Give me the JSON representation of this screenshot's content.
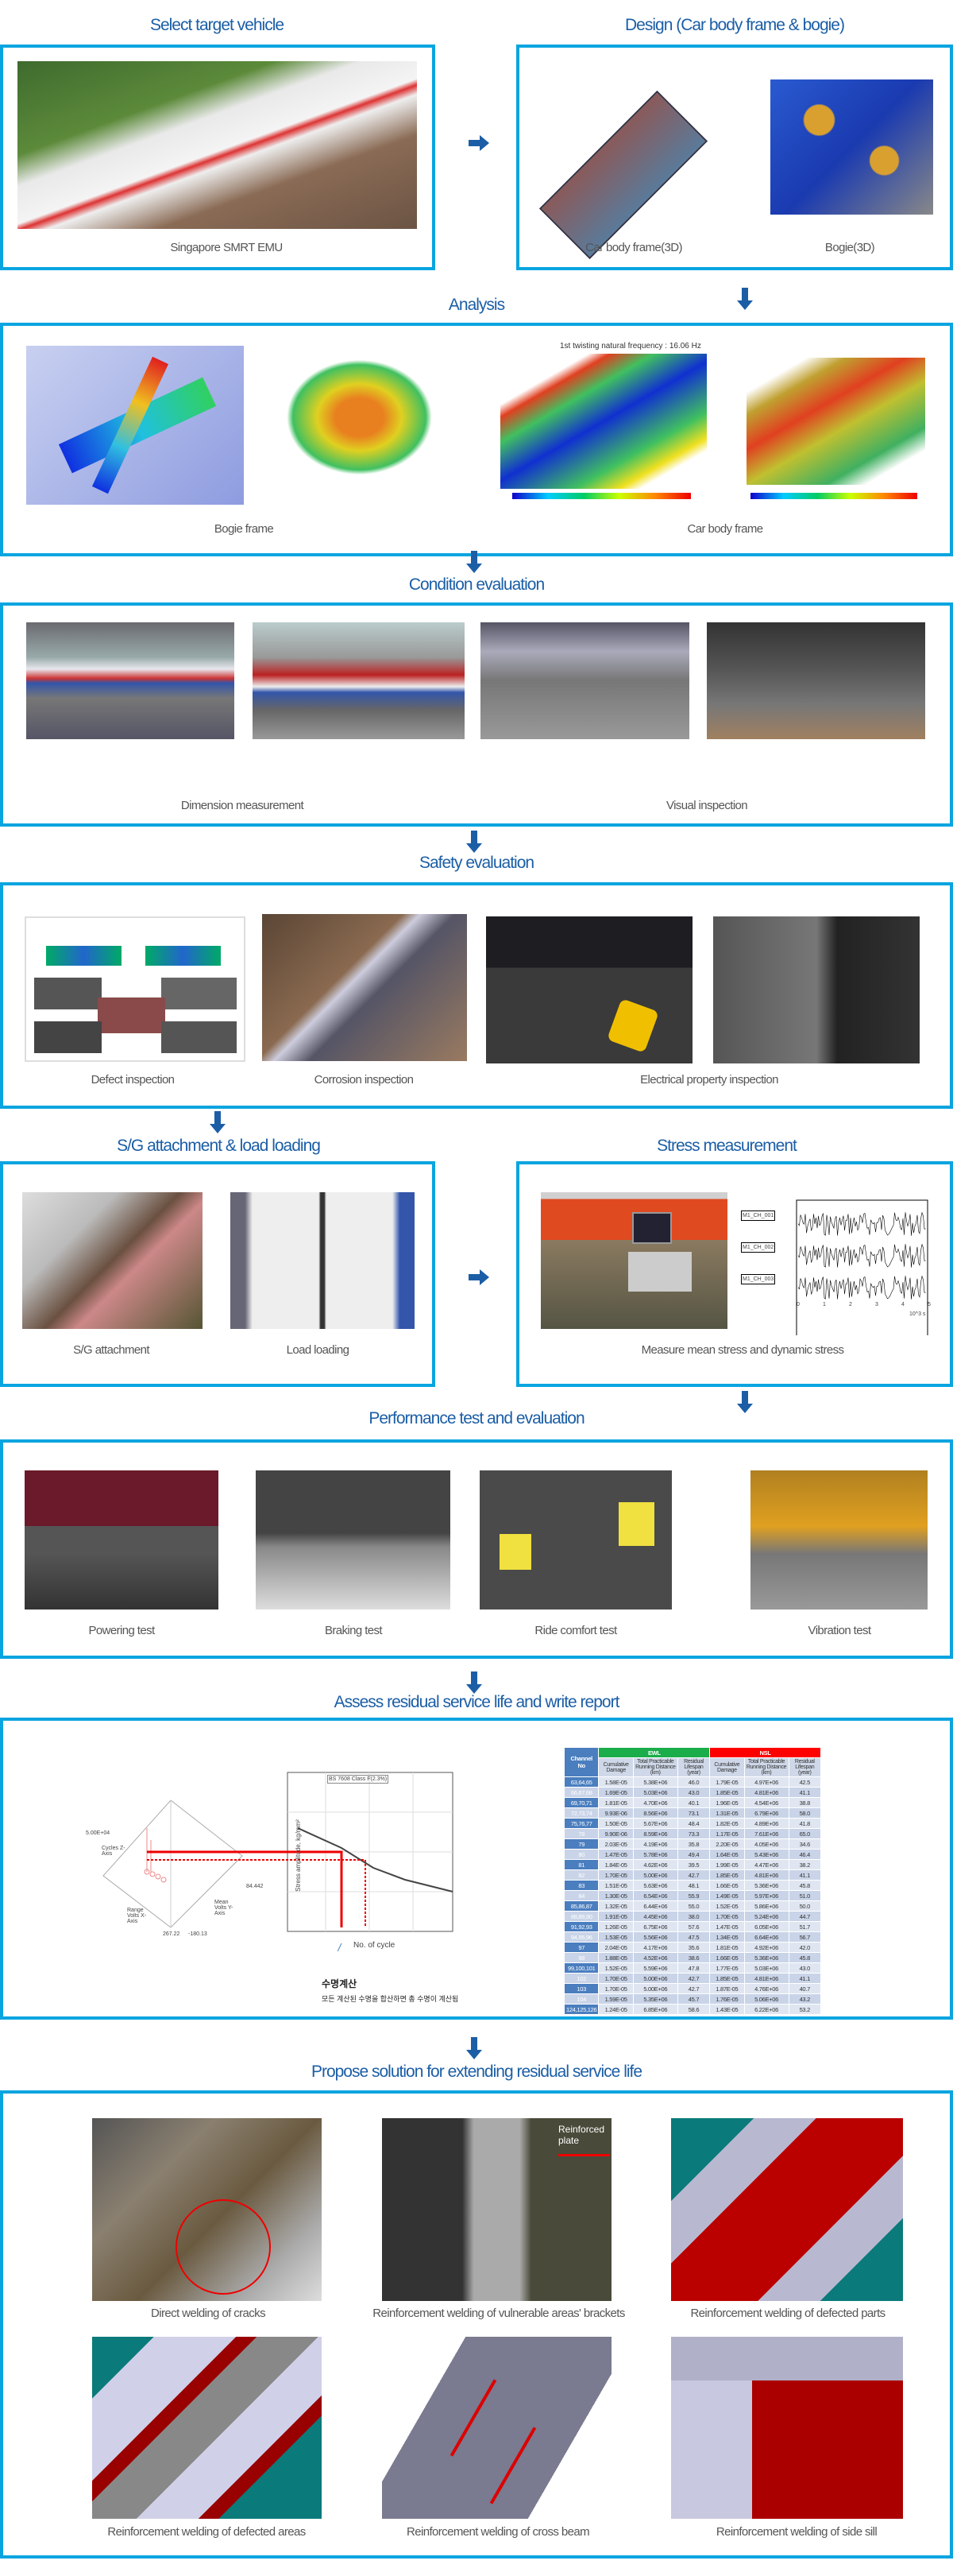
{
  "colors": {
    "border": "#0aa5e0",
    "title": "#1b5ea6",
    "arrow": "#1b5ea6"
  },
  "sections": {
    "select": {
      "title": "Select target vehicle",
      "captions": [
        "Singapore SMRT EMU"
      ]
    },
    "design": {
      "title": "Design (Car body frame & bogie)",
      "captions": [
        "Car body frame(3D)",
        "Bogie(3D)"
      ]
    },
    "analysis": {
      "title": "Analysis",
      "captions": [
        "Bogie frame",
        "Car body frame"
      ],
      "freq_label": "1st twisting natural frequency : 16.06 Hz"
    },
    "condition": {
      "title": "Condition evaluation",
      "captions": [
        "Dimension measurement",
        "Visual inspection"
      ]
    },
    "safety": {
      "title": "Safety evaluation",
      "captions": [
        "Defect inspection",
        "Corrosion inspection",
        "Electrical property inspection"
      ]
    },
    "sg": {
      "title": "S/G attachment & load loading",
      "captions": [
        "S/G attachment",
        "Load loading"
      ]
    },
    "stress": {
      "title": "Stress measurement",
      "captions": [
        "Measure mean stress and dynamic stress"
      ],
      "channels": [
        "M1_CH_001",
        "M1_CH_002",
        "M1_CH_003"
      ],
      "x_ticks": [
        "0",
        "1",
        "2",
        "3",
        "4",
        "5"
      ],
      "x_unit": "10^3 s"
    },
    "performance": {
      "title": "Performance test and evaluation",
      "captions": [
        "Powering test",
        "Braking test",
        "Ride comfort test",
        "Vibration test"
      ]
    },
    "assess": {
      "title": "Assess residual service life and write report",
      "chart": {
        "legend": "BS 7608 Class F(2.3%)",
        "ylabel": "Stress amplitude, kg/mm²",
        "xlabel": "No. of cycle",
        "korean_title": "수명계산",
        "korean_note": "모든 계산된 수명을 합산하면 총 수명이 계산됨",
        "axis3d": {
          "z": "Cycles Z-Axis",
          "x": "Range Volts X-Axis",
          "y": "Mean Volts Y-Axis",
          "zmax": "5.00E+04",
          "xval": "267.22",
          "yval": "-180.13",
          "yval2": "84.442"
        }
      },
      "table": {
        "channel_header": "Channel No",
        "groups": [
          "EWL",
          "NSL"
        ],
        "sub_headers": [
          "Cumulative Damage",
          "Total Practicable Running Distance (km)",
          "Residual Lifespan (year)"
        ],
        "rows": [
          [
            "63,64,65",
            "1.58E-05",
            "5.38E+06",
            "46.0",
            "1.79E-05",
            "4.97E+06",
            "42.5"
          ],
          [
            "66,67,68",
            "1.69E-05",
            "5.03E+06",
            "43.0",
            "1.85E-05",
            "4.81E+06",
            "41.1"
          ],
          [
            "69,70,71",
            "1.81E-05",
            "4.70E+06",
            "40.1",
            "1.96E-05",
            "4.54E+06",
            "38.8"
          ],
          [
            "72,73,74",
            "9.93E-06",
            "8.56E+06",
            "73.1",
            "1.31E-05",
            "6.79E+06",
            "58.0"
          ],
          [
            "75,76,77",
            "1.50E-05",
            "5.67E+06",
            "48.4",
            "1.82E-05",
            "4.89E+06",
            "41.8"
          ],
          [
            "78",
            "9.90E-06",
            "8.59E+06",
            "73.3",
            "1.17E-05",
            "7.61E+06",
            "65.0"
          ],
          [
            "79",
            "2.03E-05",
            "4.19E+06",
            "35.8",
            "2.20E-05",
            "4.05E+06",
            "34.6"
          ],
          [
            "80",
            "1.47E-05",
            "5.78E+06",
            "49.4",
            "1.64E-05",
            "5.43E+06",
            "46.4"
          ],
          [
            "81",
            "1.84E-05",
            "4.62E+06",
            "39.5",
            "1.99E-05",
            "4.47E+06",
            "38.2"
          ],
          [
            "82",
            "1.70E-05",
            "5.00E+06",
            "42.7",
            "1.85E-05",
            "4.81E+06",
            "41.1"
          ],
          [
            "83",
            "1.51E-05",
            "5.63E+06",
            "48.1",
            "1.66E-05",
            "5.36E+06",
            "45.8"
          ],
          [
            "84",
            "1.30E-05",
            "6.54E+06",
            "55.9",
            "1.49E-05",
            "5.97E+06",
            "51.0"
          ],
          [
            "85,86,87",
            "1.32E-05",
            "6.44E+06",
            "55.0",
            "1.52E-05",
            "5.86E+06",
            "50.0"
          ],
          [
            "88,89,90",
            "1.91E-05",
            "4.45E+06",
            "38.0",
            "1.70E-05",
            "5.24E+06",
            "44.7"
          ],
          [
            "91,92,93",
            "1.26E-05",
            "6.75E+06",
            "57.6",
            "1.47E-05",
            "6.05E+06",
            "51.7"
          ],
          [
            "94,95,96",
            "1.53E-05",
            "5.56E+06",
            "47.5",
            "1.34E-05",
            "6.64E+06",
            "56.7"
          ],
          [
            "97",
            "2.04E-05",
            "4.17E+06",
            "35.6",
            "1.81E-05",
            "4.92E+06",
            "42.0"
          ],
          [
            "98",
            "1.88E-05",
            "4.52E+06",
            "38.6",
            "1.66E-05",
            "5.36E+06",
            "45.8"
          ],
          [
            "99,100,101",
            "1.52E-05",
            "5.59E+06",
            "47.8",
            "1.77E-05",
            "5.03E+06",
            "43.0"
          ],
          [
            "102",
            "1.70E-05",
            "5.00E+06",
            "42.7",
            "1.85E-05",
            "4.81E+06",
            "41.1"
          ],
          [
            "103",
            "1.70E-05",
            "5.00E+06",
            "42.7",
            "1.87E-05",
            "4.76E+06",
            "40.7"
          ],
          [
            "104",
            "1.59E-05",
            "5.35E+06",
            "45.7",
            "1.76E-05",
            "5.06E+06",
            "43.2"
          ],
          [
            "124,125,126",
            "1.24E-05",
            "6.85E+06",
            "58.6",
            "1.43E-05",
            "6.22E+06",
            "53.2"
          ]
        ]
      }
    },
    "propose": {
      "title": "Propose solution for extending residual service life",
      "captions": [
        "Direct welding of cracks",
        "Reinforcement welding of vulnerable areas' brackets",
        "Reinforcement welding of defected parts",
        "Reinforcement welding of defected areas",
        "Reinforcement welding of cross beam",
        "Reinforcement welding of side sill"
      ],
      "annotation": "Reinforced plate"
    }
  }
}
